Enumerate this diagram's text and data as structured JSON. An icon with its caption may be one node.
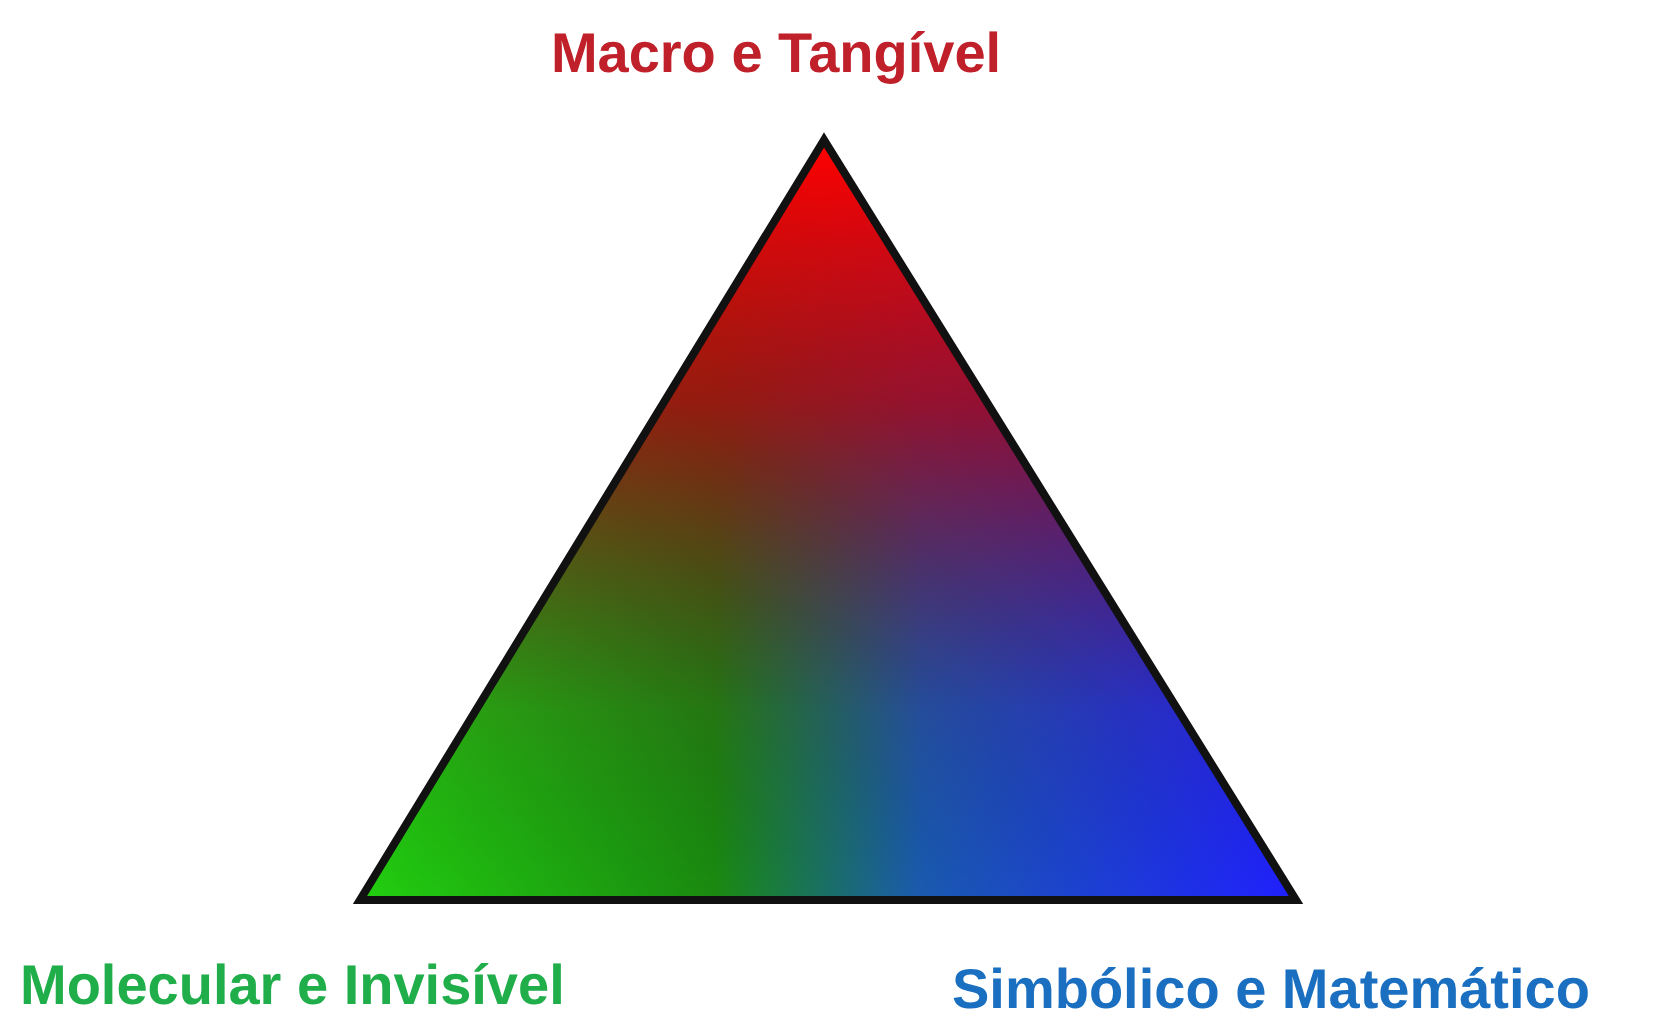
{
  "diagram": {
    "labels": [
      "Macro e Tangível",
      "Molecular e Invisível",
      "Simbólico e Matemático"
    ]
  }
}
